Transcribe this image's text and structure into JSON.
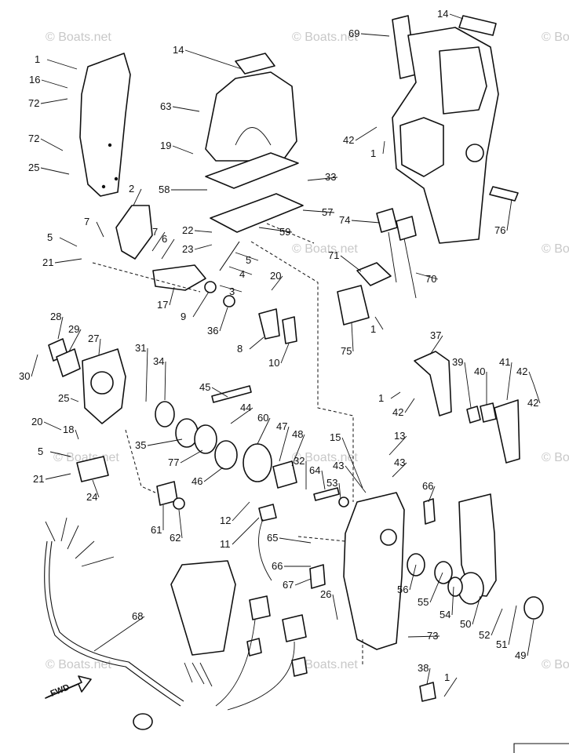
{
  "watermark": "© Boats.net",
  "fwd_label": "FWD",
  "part_numbers": [
    "1",
    "2",
    "3",
    "4",
    "5",
    "6",
    "7",
    "8",
    "9",
    "10",
    "11",
    "12",
    "13",
    "14",
    "15",
    "16",
    "17",
    "18",
    "19",
    "20",
    "21",
    "22",
    "23",
    "24",
    "25",
    "26",
    "27",
    "28",
    "29",
    "30",
    "31",
    "32",
    "33",
    "34",
    "35",
    "36",
    "37",
    "38",
    "39",
    "40",
    "41",
    "42",
    "43",
    "44",
    "45",
    "46",
    "47",
    "48",
    "49",
    "50",
    "51",
    "52",
    "53",
    "54",
    "55",
    "56",
    "57",
    "58",
    "59",
    "60",
    "61",
    "62",
    "63",
    "64",
    "65",
    "66",
    "67",
    "68",
    "69",
    "70",
    "71",
    "72",
    "73",
    "74",
    "75",
    "76",
    "77"
  ]
}
